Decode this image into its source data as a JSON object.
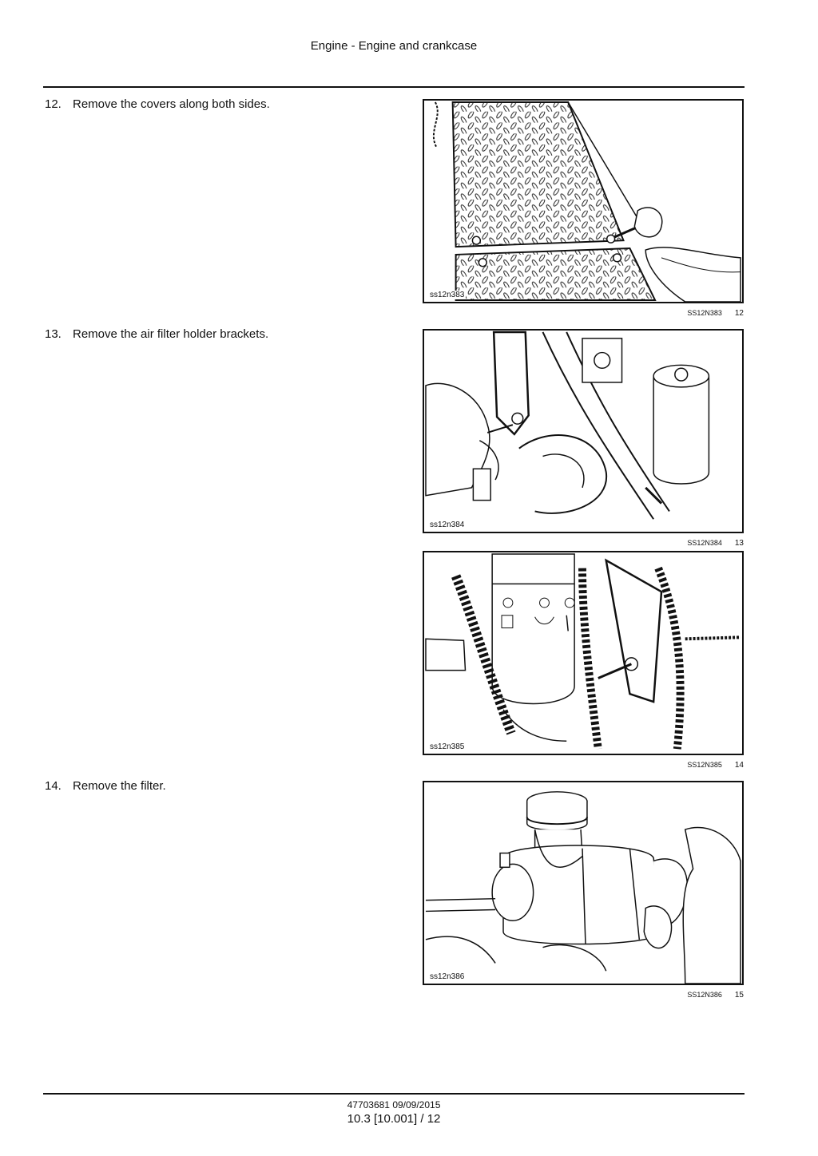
{
  "header": {
    "title": "Engine - Engine and crankcase"
  },
  "steps": [
    {
      "number": "12.",
      "text": "Remove the covers along both sides."
    },
    {
      "number": "13.",
      "text": "Remove the air filter holder brackets."
    },
    {
      "number": "14.",
      "text": "Remove the filter."
    }
  ],
  "figures": [
    {
      "code": "ss12n383",
      "caption_id": "SS12N383",
      "caption_number": "12"
    },
    {
      "code": "ss12n384",
      "caption_id": "SS12N384",
      "caption_number": "13"
    },
    {
      "code": "ss12n385",
      "caption_id": "SS12N385",
      "caption_number": "14"
    },
    {
      "code": "ss12n386",
      "caption_id": "SS12N386",
      "caption_number": "15"
    }
  ],
  "footer": {
    "doc_ref": "47703681 09/09/2015",
    "page_ref": "10.3 [10.001] / 12"
  }
}
